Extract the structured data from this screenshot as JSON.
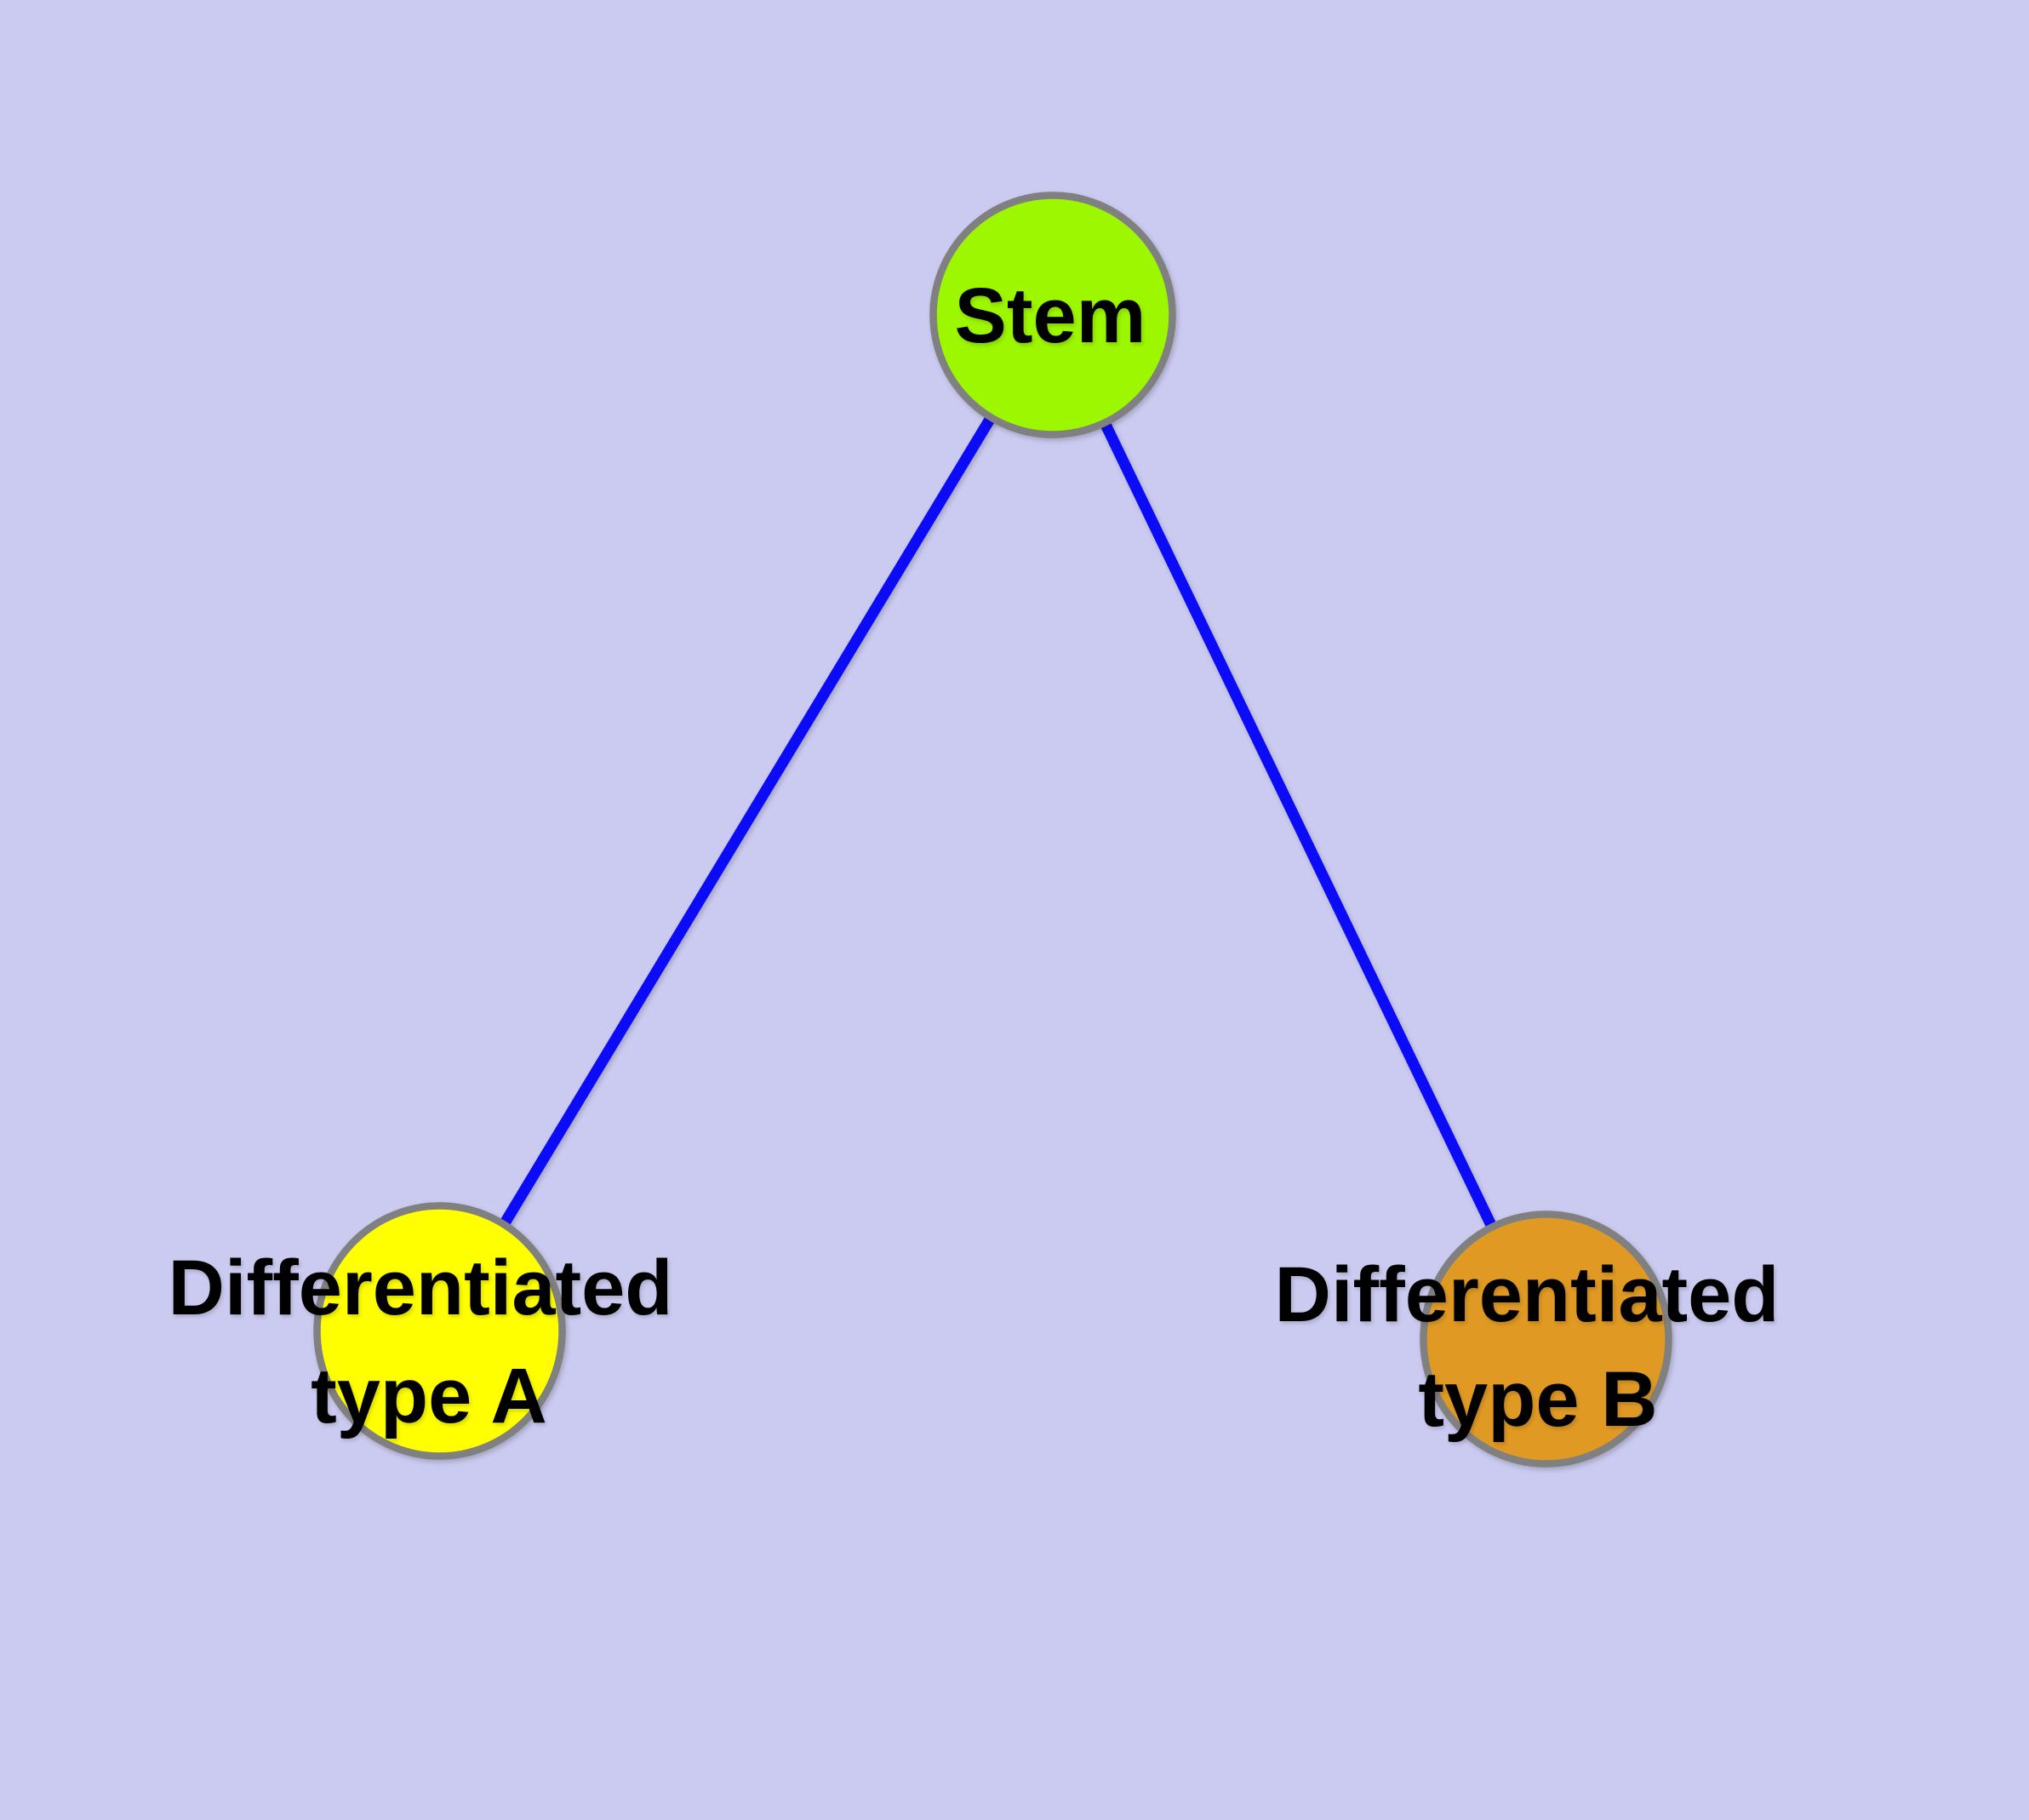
{
  "diagram": {
    "background_color": "#cbcbf1",
    "edge_color": "#0b0bf7",
    "node_border_color": "#808080",
    "text_color": "#000000",
    "nodes": [
      {
        "id": "stem",
        "label": "Stem",
        "fill": "#9cf701"
      },
      {
        "id": "typeA",
        "label_line1": "Differentiated",
        "label_line2": "type A",
        "fill": "#ffff00"
      },
      {
        "id": "typeB",
        "label_line1": "Differentiated",
        "label_line2": "type B",
        "fill": "#e09a24"
      }
    ],
    "edges": [
      {
        "from": "stem",
        "to": "typeA"
      },
      {
        "from": "stem",
        "to": "typeB"
      }
    ]
  }
}
